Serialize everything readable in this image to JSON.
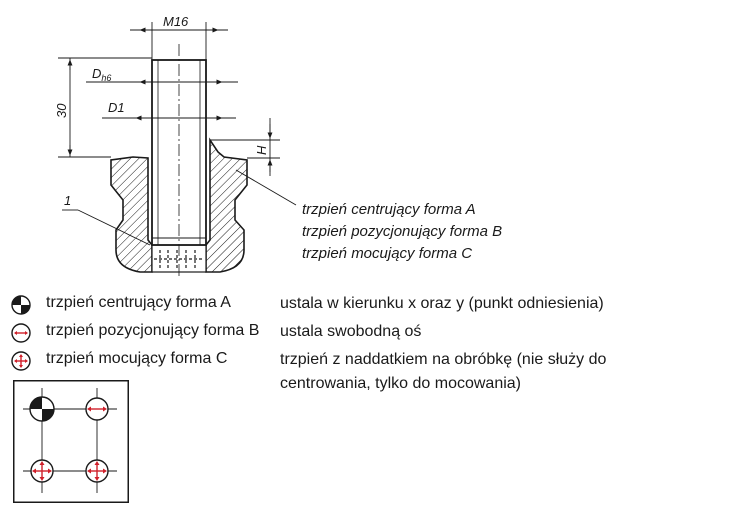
{
  "dimensions": {
    "m16": "M16",
    "dh6_main": "D",
    "dh6_sub": "h6",
    "d1": "D1",
    "h30": "30",
    "h": "H",
    "item1": "1"
  },
  "callout_lines": [
    "trzpień centrujący forma A",
    "trzpień pozycjonujący forma B",
    "trzpień mocujący forma C"
  ],
  "legend": [
    {
      "symbol": "centering-icon",
      "name": "trzpień centrujący forma A",
      "desc": "ustala w kierunku x oraz y (punkt odniesienia)"
    },
    {
      "symbol": "positioning-icon",
      "name": "trzpień pozycjonujący forma B",
      "desc": "ustala swobodną oś"
    },
    {
      "symbol": "clamping-icon",
      "name": "trzpień mocujący forma C",
      "desc": "trzpień z naddatkiem na obróbkę (nie służy do centrowania, tylko do mocowania)"
    }
  ],
  "colors": {
    "line": "#1a1a1a",
    "arrow_red": "#d0202a",
    "hatch": "#1a1a1a"
  }
}
